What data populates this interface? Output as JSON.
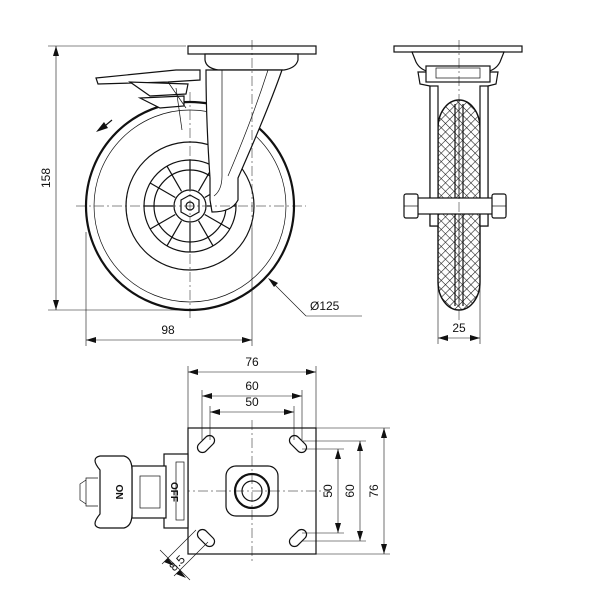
{
  "side_view": {
    "height_label": "158",
    "width_label": "98",
    "diameter_label": "Ø125"
  },
  "front_view": {
    "wheel_width_label": "25"
  },
  "top_plate": {
    "outer_width_label": "76",
    "hole_spacing_60_label": "60",
    "hole_spacing_50_label": "50",
    "vert_50_label": "50",
    "vert_60_label": "60",
    "vert_76_label": "76",
    "slot_label": "8.5"
  },
  "brake": {
    "on_label": "ON",
    "off_label": "OFF"
  }
}
